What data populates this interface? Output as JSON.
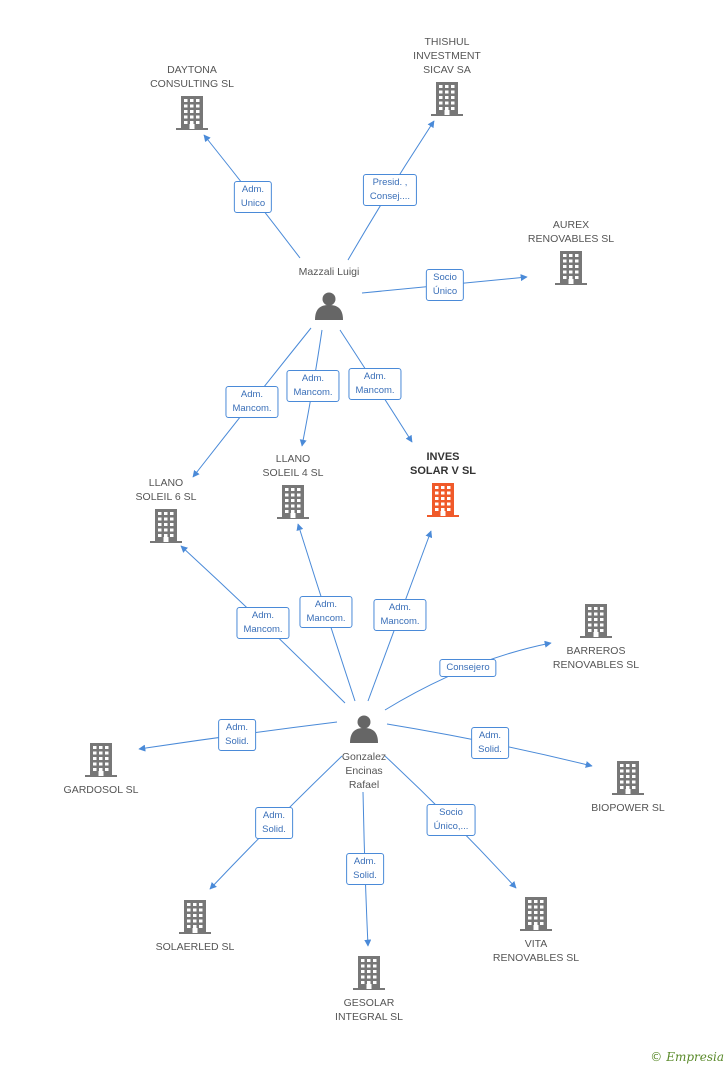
{
  "colors": {
    "edge": "#4a8ad8",
    "company": "#777777",
    "main_company": "#f05a2a",
    "person": "#666666"
  },
  "companies": {
    "daytona": "DAYTONA\nCONSULTING SL",
    "thishul": "THISHUL\nINVESTMENT\nSICAV SA",
    "aurex": "AUREX\nRENOVABLES SL",
    "llano6": "LLANO\nSOLEIL 6 SL",
    "llano4": "LLANO\nSOLEIL 4 SL",
    "inves": "INVES\nSOLAR V SL",
    "barreros": "BARREROS\nRENOVABLES SL",
    "gardosol": "GARDOSOL SL",
    "biopower": "BIOPOWER SL",
    "solaerled": "SOLAERLED SL",
    "gesolar": "GESOLAR\nINTEGRAL SL",
    "vita": "VITA\nRENOVABLES SL"
  },
  "persons": {
    "mazzali": "Mazzali Luigi",
    "gonzalez": "Gonzalez\nEncinas\nRafael"
  },
  "relations": {
    "mazzali_daytona": "Adm.\nUnico",
    "mazzali_thishul": "Presid. ,\nConsej....",
    "mazzali_aurex": "Socio\nÚnico",
    "mazzali_llano6": "Adm.\nMancom.",
    "mazzali_llano4": "Adm.\nMancom.",
    "mazzali_inves": "Adm.\nMancom.",
    "gonzalez_llano6": "Adm.\nMancom.",
    "gonzalez_llano4": "Adm.\nMancom.",
    "gonzalez_inves": "Adm.\nMancom.",
    "gonzalez_barreros": "Consejero",
    "gonzalez_gardosol": "Adm.\nSolid.",
    "gonzalez_biopower": "Adm.\nSolid.",
    "gonzalez_solaerled": "Adm.\nSolid.",
    "gonzalez_gesolar": "Adm.\nSolid.",
    "gonzalez_vita": "Socio\nÚnico,..."
  },
  "brand": {
    "symbol": "©",
    "name": "Empresia"
  }
}
